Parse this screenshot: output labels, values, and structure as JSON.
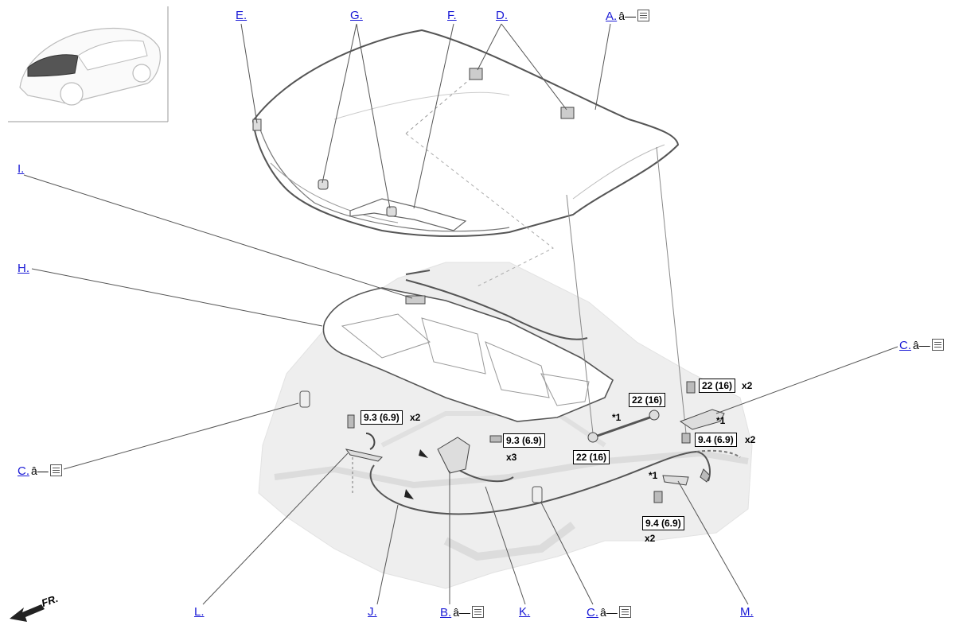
{
  "callouts": {
    "A": {
      "label": "A.",
      "glyph": "â—"
    },
    "B": {
      "label": "B.",
      "glyph": "â—"
    },
    "C1": {
      "label": "C.",
      "glyph": "â—"
    },
    "C2": {
      "label": "C.",
      "glyph": "â—"
    },
    "C3": {
      "label": "C.",
      "glyph": "â—"
    },
    "D": {
      "label": "D."
    },
    "E": {
      "label": "E."
    },
    "F": {
      "label": "F."
    },
    "G": {
      "label": "G."
    },
    "H": {
      "label": "H."
    },
    "I": {
      "label": "I."
    },
    "J": {
      "label": "J."
    },
    "K": {
      "label": "K."
    },
    "L": {
      "label": "L."
    },
    "M": {
      "label": "M."
    }
  },
  "torques": {
    "t1": "9.3 (6.9)",
    "t2": "9.3 (6.9)",
    "t3": "22 (16)",
    "t4": "22 (16)",
    "t5": "22 (16)",
    "t6": "9.4 (6.9)",
    "t7": "9.4 (6.9)"
  },
  "quantities": {
    "q1": "x2",
    "q2": "x3",
    "q3": "x2",
    "q4": "x2",
    "q5": "x2"
  },
  "notes": {
    "n1": "*1",
    "n2": "*1",
    "n3": "*1"
  },
  "direction": "FR."
}
